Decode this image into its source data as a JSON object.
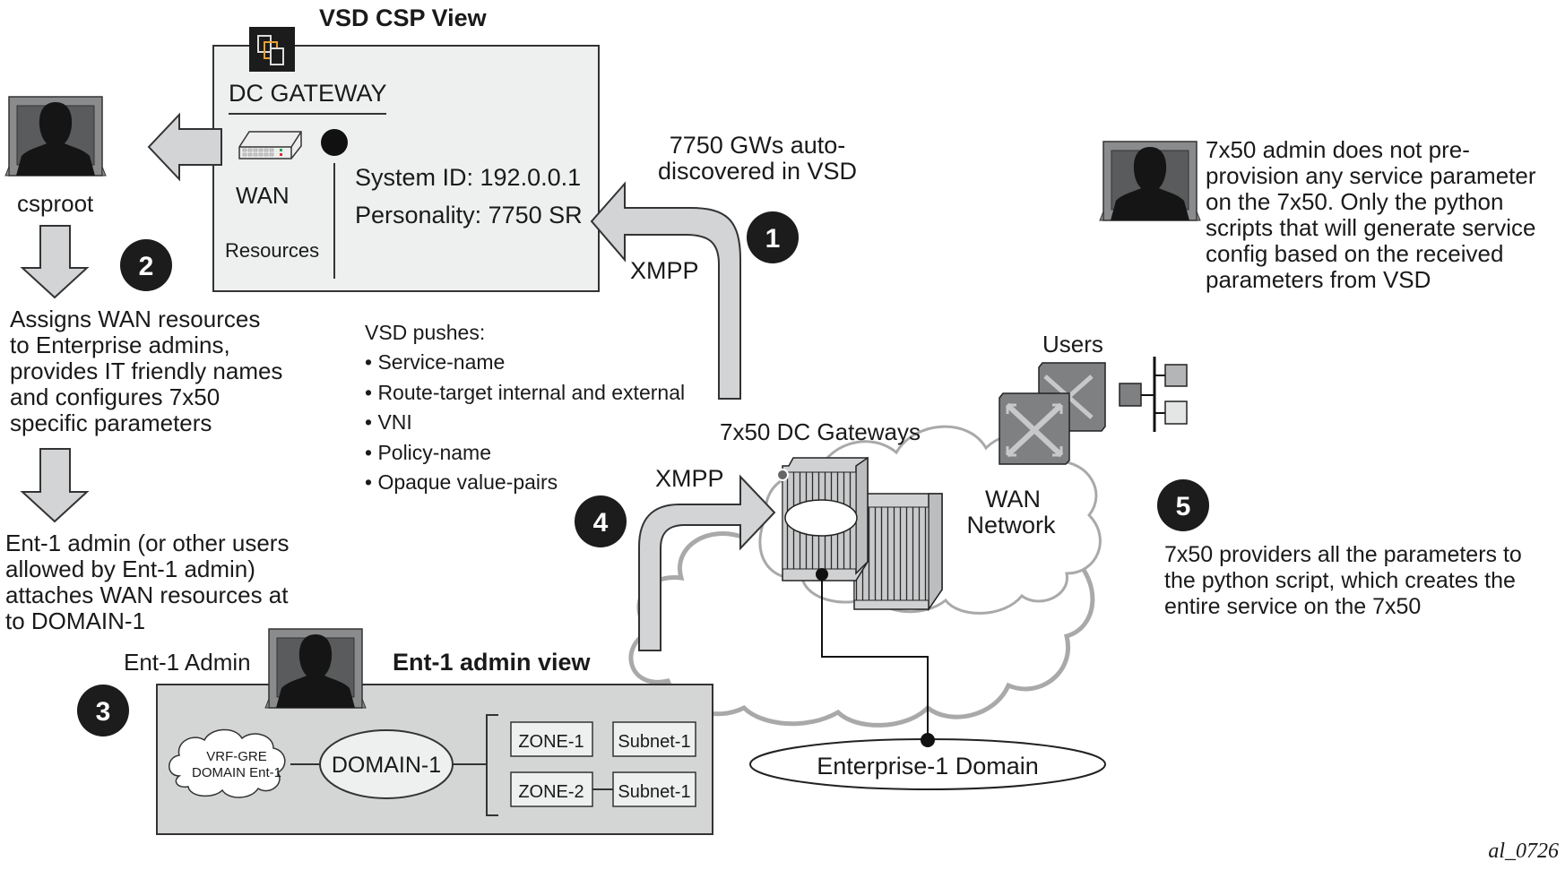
{
  "diagram": {
    "figure_id": "al_0726",
    "colors": {
      "panel_light": "#eef0ef",
      "panel_mid": "#d4d5d5",
      "arrow_fill": "#d3d4d5",
      "badge": "#1c1c1c",
      "cloud_stroke": "#a9a9a9",
      "switch_fill": "#7f8081",
      "accent_orange": "#e8a030"
    },
    "vsd_csp_view": {
      "title": "VSD CSP View",
      "heading": "DC GATEWAY",
      "icon": "vsd-logo-icon",
      "wan_label": "WAN",
      "resources_label": "Resources",
      "system_id": "System ID: 192.0.0.1",
      "personality": "Personality: 7750 SR"
    },
    "csproot": {
      "label": "csproot",
      "icon": "user-monitor-icon"
    },
    "step1": {
      "number": "1",
      "caption_line1": "7750 GWs auto-",
      "caption_line2": "discovered in VSD",
      "protocol": "XMPP"
    },
    "step2": {
      "number": "2",
      "lines": [
        "Assigns WAN resources",
        "to Enterprise admins,",
        "provides IT friendly names",
        "and configures 7x50",
        "specific parameters"
      ]
    },
    "step2b": {
      "lines": [
        "Ent-1 admin (or other users",
        "allowed by Ent-1 admin)",
        "attaches WAN resources at",
        "to DOMAIN-1"
      ]
    },
    "vsd_pushes": {
      "heading": "VSD pushes:",
      "items": [
        "• Service-name",
        "• Route-target internal and external",
        "• VNI",
        "• Policy-name",
        "• Opaque value-pairs"
      ]
    },
    "step3": {
      "number": "3",
      "admin_label": "Ent-1 Admin",
      "view_title": "Ent-1 admin view",
      "vrf_cloud_line1": "VRF-GRE",
      "vrf_cloud_line2": "DOMAIN Ent-1",
      "domain": "DOMAIN-1",
      "zones": [
        {
          "zone": "ZONE-1",
          "subnet": "Subnet-1"
        },
        {
          "zone": "ZONE-2",
          "subnet": "Subnet-1"
        }
      ]
    },
    "step4": {
      "number": "4",
      "protocol": "XMPP",
      "gateways_label": "7x50 DC Gateways"
    },
    "wan": {
      "line1": "WAN",
      "line2": "Network",
      "users_label": "Users",
      "enterprise_domain": "Enterprise-1 Domain"
    },
    "admin_7x50": {
      "lines": [
        "7x50 admin does not pre-",
        "provision any service parameter",
        "on the 7x50. Only the python",
        "scripts that will generate service",
        "config based on the received",
        "parameters from VSD"
      ]
    },
    "step5": {
      "number": "5",
      "lines": [
        "7x50 providers all the parameters to",
        "the python script, which creates the",
        "entire service on the 7x50"
      ]
    }
  }
}
